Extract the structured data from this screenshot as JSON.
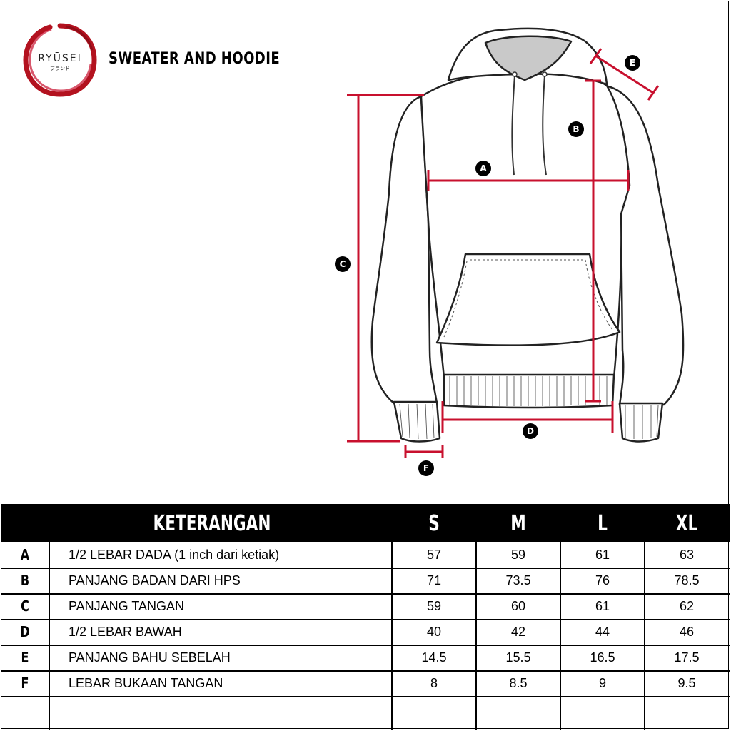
{
  "brand": {
    "logo_text": "RYŪSEI",
    "logo_subtext": "ブランド",
    "title": "SWEATER AND HOODIE"
  },
  "diagram": {
    "markers": [
      "A",
      "B",
      "C",
      "D",
      "E",
      "F"
    ],
    "measure_color": "#c8102e"
  },
  "table": {
    "headers": {
      "description": "KETERANGAN",
      "sizes": [
        "S",
        "M",
        "L",
        "XL"
      ]
    },
    "rows": [
      {
        "code": "A",
        "label": "1/2 LEBAR DADA (1 inch dari ketiak)",
        "values": [
          "57",
          "59",
          "61",
          "63"
        ]
      },
      {
        "code": "B",
        "label": "PANJANG BADAN DARI HPS",
        "values": [
          "71",
          "73.5",
          "76",
          "78.5"
        ]
      },
      {
        "code": "C",
        "label": "PANJANG TANGAN",
        "values": [
          "59",
          "60",
          "61",
          "62"
        ]
      },
      {
        "code": "D",
        "label": "1/2 LEBAR BAWAH",
        "values": [
          "40",
          "42",
          "44",
          "46"
        ]
      },
      {
        "code": "E",
        "label": "PANJANG BAHU SEBELAH",
        "values": [
          "14.5",
          "15.5",
          "16.5",
          "17.5"
        ]
      },
      {
        "code": "F",
        "label": "LEBAR BUKAAN TANGAN",
        "values": [
          "8",
          "8.5",
          "9",
          "9.5"
        ]
      }
    ]
  }
}
